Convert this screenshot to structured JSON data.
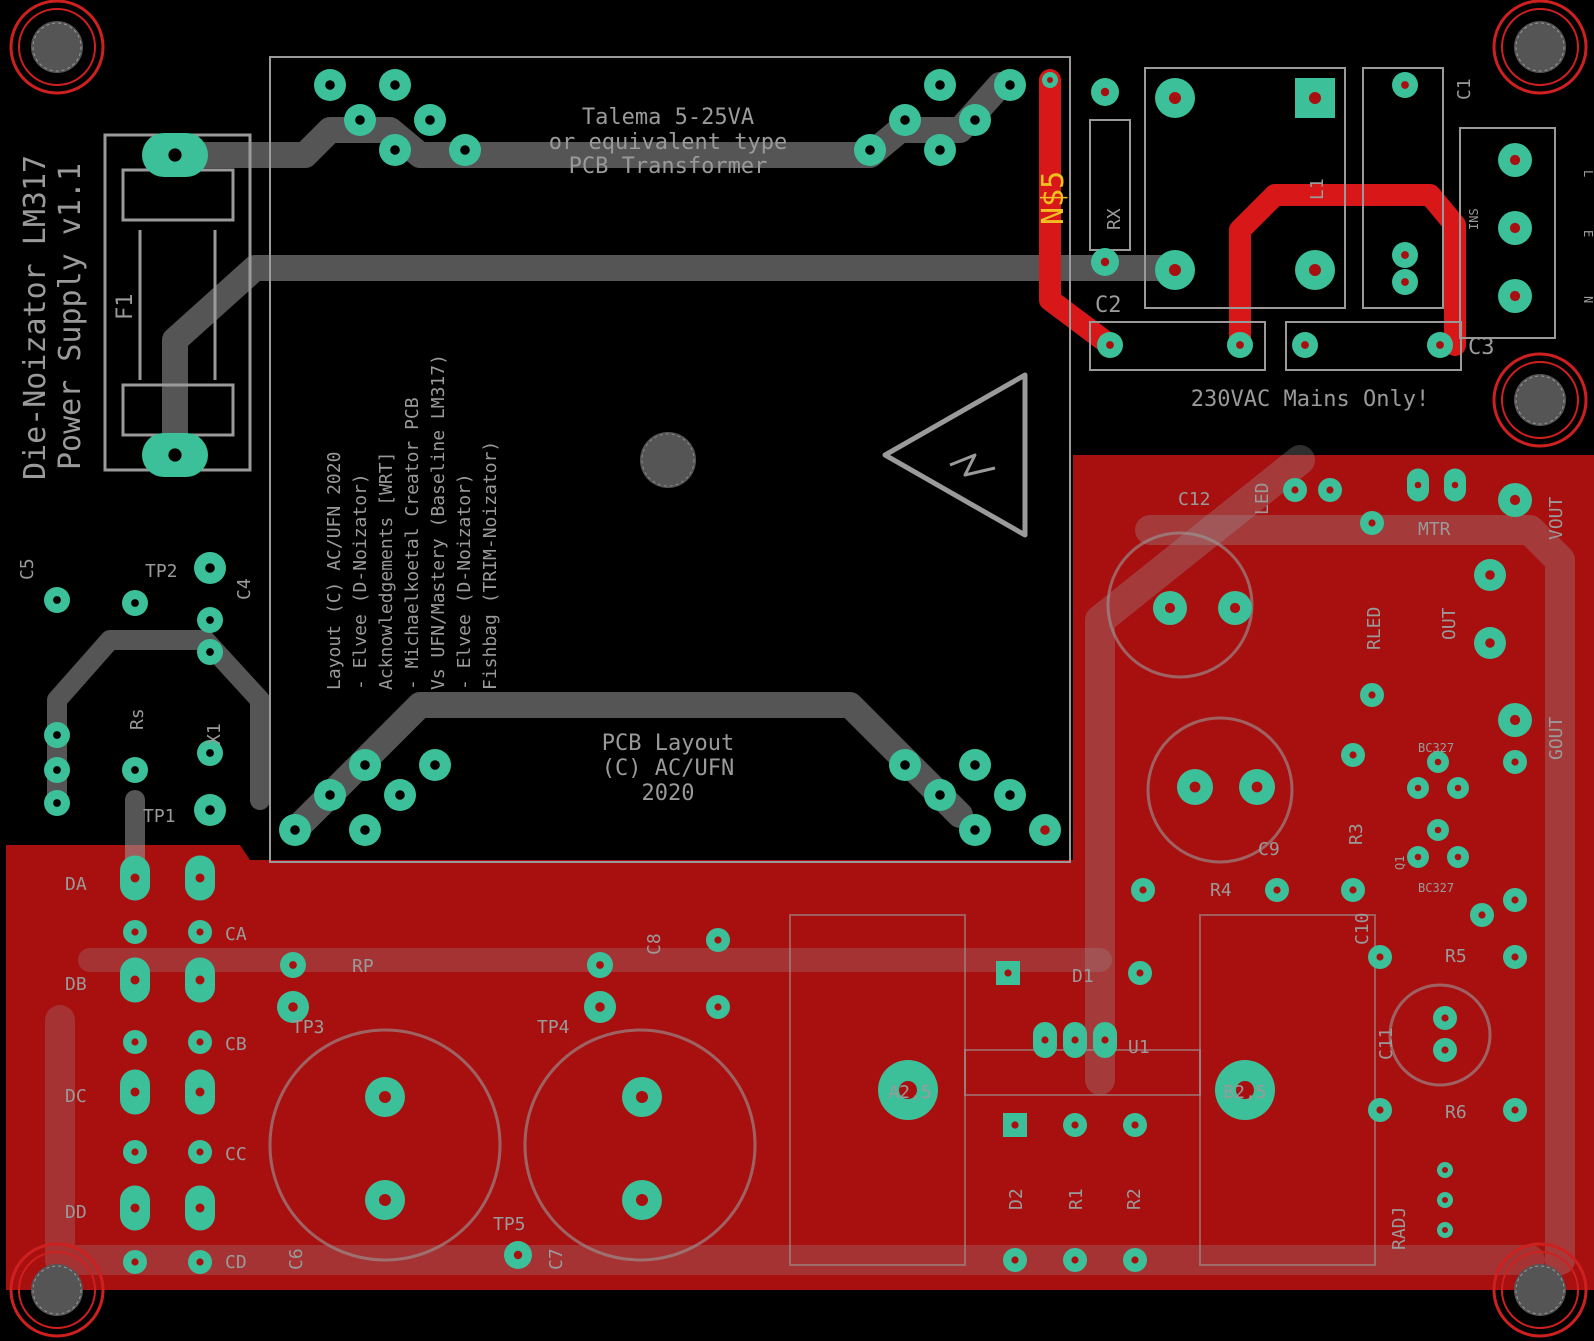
{
  "board": {
    "title_line1": "Die-Noizator LM317",
    "title_line2": "Power Supply v1.1",
    "transformer_line1": "Talema 5-25VA",
    "transformer_line2": "or equivalent type",
    "transformer_line3": "PCB Transformer",
    "layout_line1": "PCB Layout",
    "layout_line2": "(C) AC/UFN",
    "layout_line3": "2020",
    "mains_warning": "230VAC Mains Only!",
    "net_label": "N$5",
    "credit_lines": [
      "Layout (C) AC/UFN 2020",
      "- Elvee (D-Noizator)",
      "Acknowledgements [WRT]",
      "- Michaelkoetal Creator PCB",
      "Vs UFN/Mastery (Baseline LM317)",
      "- Elvee (D-Noizator)",
      "Fishbag (TRIM-Noizator)"
    ]
  },
  "labels": {
    "f1": "F1",
    "c1": "C1",
    "c2": "C2",
    "c3": "C3",
    "c4": "C4",
    "c5": "C5",
    "c6": "C6",
    "c7": "C7",
    "c8": "C8",
    "c9": "C9",
    "c10": "C10",
    "c11": "C11",
    "c12": "C12",
    "rx": "RX",
    "rs": "Rs",
    "rp": "RP",
    "r1": "R1",
    "r2": "R2",
    "r3": "R3",
    "r4": "R4",
    "r5": "R5",
    "r6": "R6",
    "l1": "L1",
    "l2": "L",
    "n": "N",
    "tp1": "TP1",
    "tp2": "TP2",
    "tp3": "TP3",
    "tp4": "TP4",
    "tp5": "TP5",
    "da": "DA",
    "db": "DB",
    "dc": "DC",
    "dd": "DD",
    "ca": "CA",
    "cb": "CB",
    "cc": "CC",
    "cd": "CD",
    "d1": "D1",
    "d2": "D2",
    "u1": "U1",
    "a25": "A2,5",
    "b25": "B2,5",
    "led": "LED",
    "rled": "RLED",
    "vout": "VOUT",
    "out": "OUT",
    "gout": "GOUT",
    "mtr": "MTR",
    "radj": "RADJ",
    "bc327": "BC327",
    "bc327b": "BC327",
    "q1": "Q1",
    "ins": "INS",
    "e": "E",
    "x1": "X1"
  },
  "colors": {
    "background": "#000000",
    "copper": "#a81010",
    "copper_bright": "#d81818",
    "pad": "#3cc09a",
    "silk": "#9a9a9a",
    "net_label": "#f0c020",
    "mount_ring": "#cf2020"
  }
}
